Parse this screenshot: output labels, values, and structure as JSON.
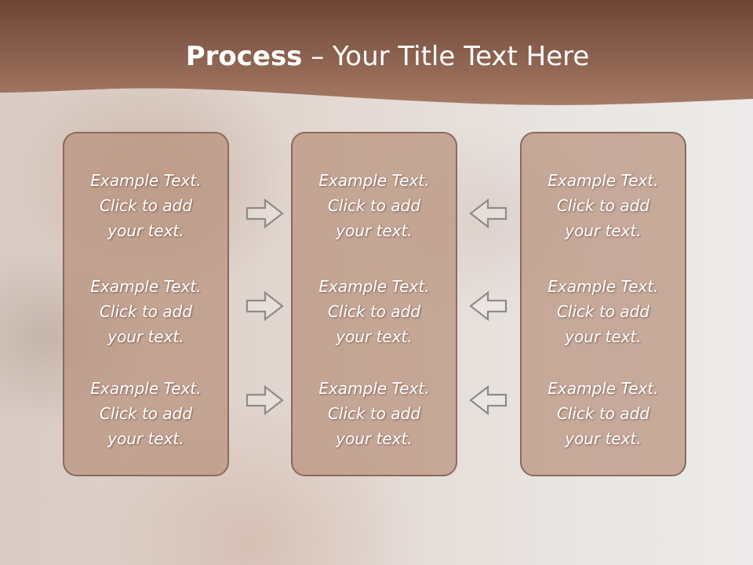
{
  "title": {
    "bold": "Process",
    "rest": " – Your Title Text Here"
  },
  "colors": {
    "header_brown": "#8a5a44",
    "box_fill": "#b9917d",
    "box_border": "#8a6a5c",
    "arrow_stroke": "#8c8c8c"
  },
  "boxes": [
    {
      "items": [
        {
          "lines": [
            "Example Text.",
            "Click  to add",
            "your text."
          ]
        },
        {
          "lines": [
            "Example Text.",
            "Click  to add",
            "your text."
          ]
        },
        {
          "lines": [
            "Example Text.",
            "Click  to add",
            "your text."
          ]
        }
      ]
    },
    {
      "items": [
        {
          "lines": [
            "Example Text.",
            "Click  to add",
            "your text."
          ]
        },
        {
          "lines": [
            "Example Text.",
            "Click  to add",
            "your text."
          ]
        },
        {
          "lines": [
            "Example Text.",
            "Click  to add",
            "your text."
          ]
        }
      ]
    },
    {
      "items": [
        {
          "lines": [
            "Example Text.",
            "Click  to add",
            "your text."
          ]
        },
        {
          "lines": [
            "Example Text.",
            "Click  to add",
            "your text."
          ]
        },
        {
          "lines": [
            "Example Text.",
            "Click  to add",
            "your text."
          ]
        }
      ]
    }
  ],
  "arrows": {
    "left_column_direction": "right",
    "right_column_direction": "left",
    "icon": "outline-arrow-icon"
  }
}
